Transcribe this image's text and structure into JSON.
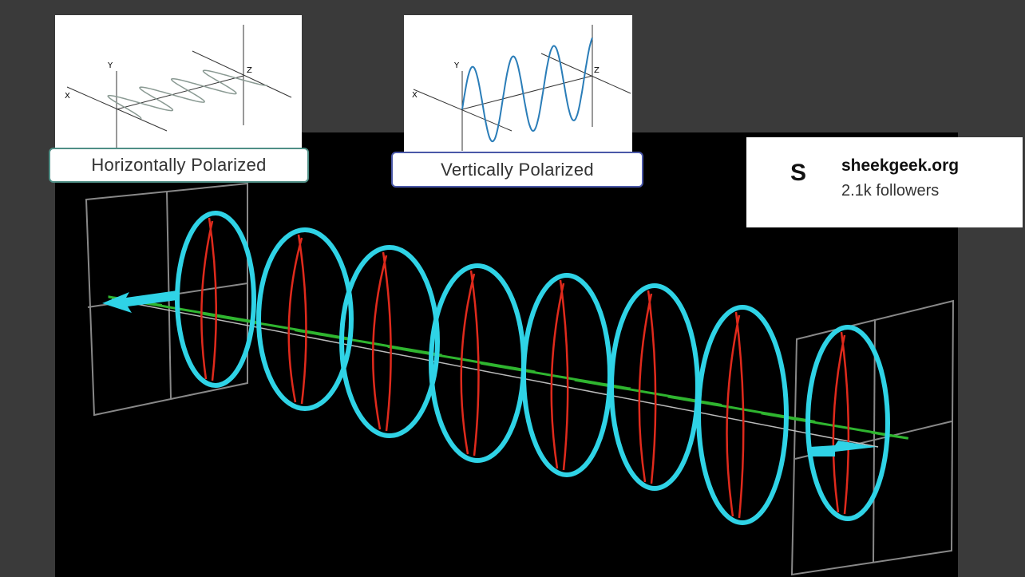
{
  "horizontal": {
    "caption": "Horizontally Polarized",
    "axis_x": "X",
    "axis_y": "Y",
    "axis_z": "Z",
    "wave_color": "#8a9a93"
  },
  "vertical": {
    "caption": "Vertically Polarized",
    "axis_x": "X",
    "axis_y": "Y",
    "axis_z": "Z",
    "wave_color": "#2a7db8"
  },
  "badge": {
    "avatar_letter": "S",
    "site": "sheekgeek.org",
    "followers": "2.1k followers"
  },
  "circular": {
    "ring_color": "#2fd3e6",
    "vertical_wave_color": "#e02a1c",
    "horizontal_wave_color": "#2fb52f",
    "frame_color": "#888888"
  }
}
